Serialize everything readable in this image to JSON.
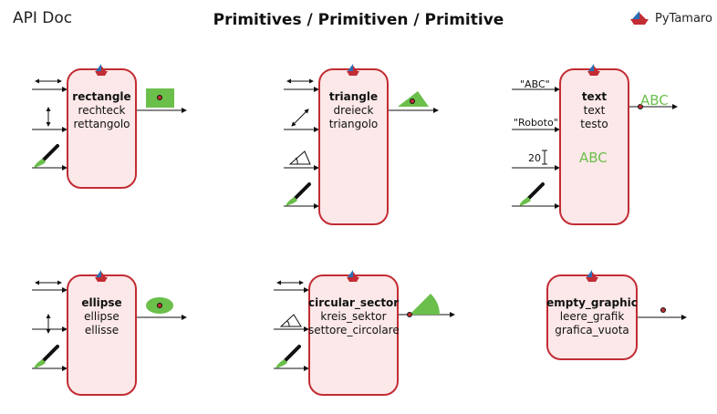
{
  "header": {
    "left": "API Doc",
    "title": "Primitives / Primitiven / Primitive",
    "logo": "PyTamaro"
  },
  "colors": {
    "accent": "#c22c34",
    "box_fill": "#fce8e8",
    "shape_green": "#6bbf4b"
  },
  "primitives": {
    "rectangle": {
      "en": "rectangle",
      "de": "rechteck",
      "it": "rettangolo"
    },
    "triangle": {
      "en": "triangle",
      "de": "dreieck",
      "it": "triangolo"
    },
    "text": {
      "en": "text",
      "de": "text",
      "it": "testo",
      "arg_text": "\"ABC\"",
      "arg_font": "\"Roboto\"",
      "arg_size": "20",
      "sample": "ABC",
      "output": "ABC"
    },
    "ellipse": {
      "en": "ellipse",
      "de": "ellipse",
      "it": "ellisse"
    },
    "circular_sector": {
      "en": "circular_sector",
      "de": "kreis_sektor",
      "it": "settore_circolare"
    },
    "empty_graphic": {
      "en": "empty_graphic",
      "de": "leere_grafik",
      "it": "grafica_vuota"
    }
  }
}
